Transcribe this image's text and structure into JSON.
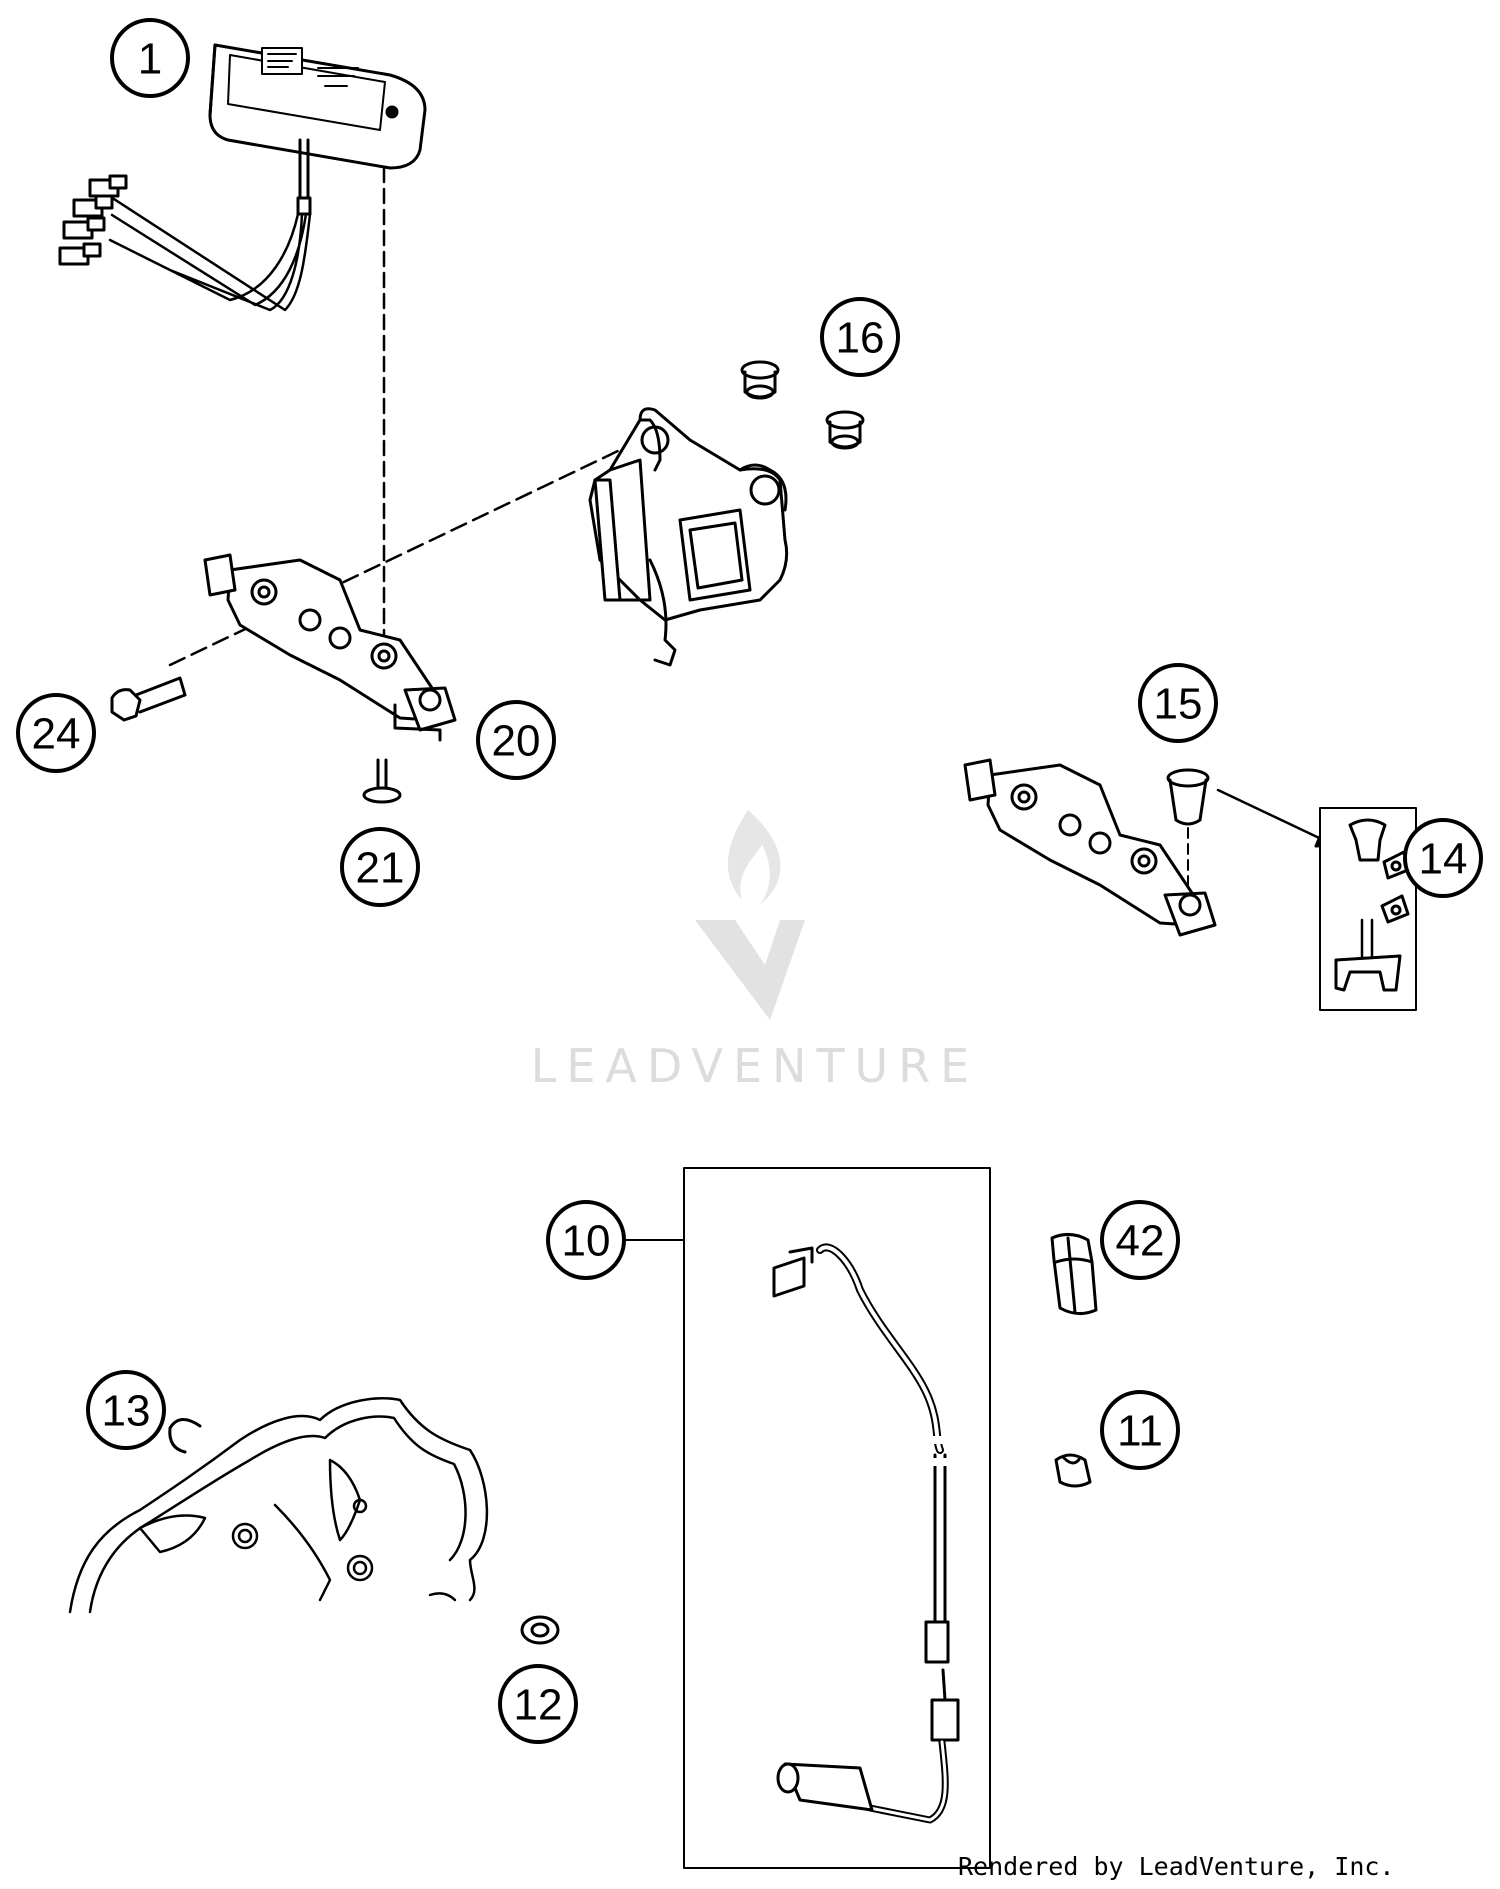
{
  "callouts": [
    {
      "id": "1",
      "label": "1"
    },
    {
      "id": "16",
      "label": "16"
    },
    {
      "id": "24",
      "label": "24"
    },
    {
      "id": "20",
      "label": "20"
    },
    {
      "id": "21",
      "label": "21"
    },
    {
      "id": "15",
      "label": "15"
    },
    {
      "id": "14",
      "label": "14"
    },
    {
      "id": "10",
      "label": "10"
    },
    {
      "id": "42",
      "label": "42"
    },
    {
      "id": "13",
      "label": "13"
    },
    {
      "id": "11",
      "label": "11"
    },
    {
      "id": "12",
      "label": "12"
    }
  ],
  "watermark": {
    "text": "LEADVENTURE"
  },
  "footer": {
    "credit": "Rendered by LeadVenture, Inc."
  }
}
